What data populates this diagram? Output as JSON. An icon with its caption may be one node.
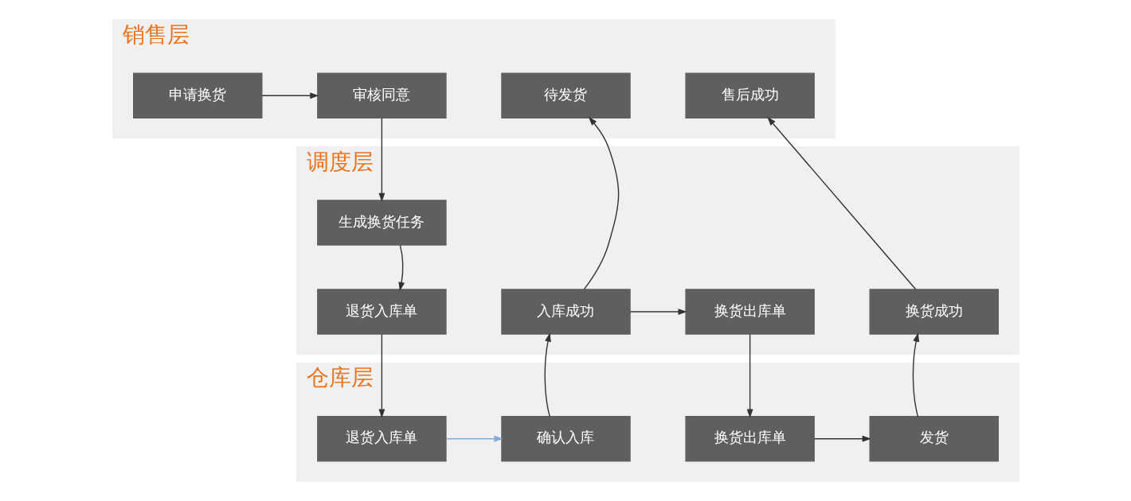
{
  "diagram": {
    "nodes": [
      {
        "text": [
          "销售层"
        ]
      },
      {
        "text": [
          "申请换货"
        ],
        "in": 0
      },
      {
        "text": [
          "审核同意"
        ],
        "in": 0
      },
      {
        "text": [
          "待发货"
        ],
        "in": 0
      },
      {
        "text": [
          "售后成功"
        ],
        "in": 0
      },
      {
        "text": [
          "调度层"
        ]
      },
      {
        "text": [
          "生成换货任务"
        ],
        "in": 5
      },
      {
        "text": [
          "退货入库单"
        ],
        "in": 5
      },
      {
        "text": [
          "入库成功"
        ],
        "in": 5
      },
      {
        "text": [
          "换货出库单"
        ],
        "in": 5
      },
      {
        "text": [
          "换货成功"
        ],
        "in": 5
      },
      {
        "text": [
          "仓库层"
        ]
      },
      {
        "text": [
          "退货入库单"
        ],
        "in": 11
      },
      {
        "text": [
          "确认入库"
        ],
        "in": 11
      },
      {
        "text": [
          "换货出库单"
        ],
        "in": 11
      },
      {
        "text": [
          "发货"
        ],
        "in": 11
      }
    ],
    "edges": [
      {
        "from": 1,
        "to": 2,
        "arrow": "to"
      },
      {
        "from": 2,
        "to": 6,
        "arrow": "to"
      },
      {
        "from": 6,
        "to": 7,
        "arrow": "to"
      },
      {
        "from": 7,
        "to": 12,
        "arrow": "to"
      },
      {
        "from": 12,
        "to": 13,
        "arrow": "to",
        "color": "#86a9d6"
      },
      {
        "from": 13,
        "to": 8,
        "arrow": "to"
      },
      {
        "from": 8,
        "to": 3,
        "arrow": "to"
      },
      {
        "from": 8,
        "to": 9,
        "arrow": "to"
      },
      {
        "from": 9,
        "to": 14,
        "arrow": "to"
      },
      {
        "from": 14,
        "to": 15,
        "arrow": "to"
      },
      {
        "from": 15,
        "to": 10,
        "arrow": "to"
      },
      {
        "from": 10,
        "to": 4,
        "arrow": "to"
      }
    ]
  }
}
